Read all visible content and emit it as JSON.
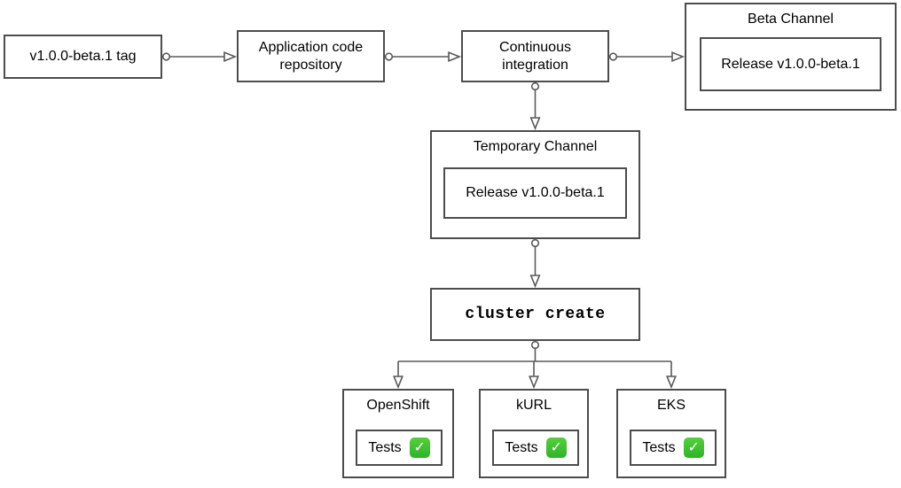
{
  "diagram": {
    "description": "Beta release pipeline flowchart",
    "colors": {
      "background": "#ffffff",
      "box_border": "#4d4d4d",
      "connector": "#595959",
      "text": "#000000",
      "check_green_top": "#55cf3c",
      "check_green_bottom": "#2fb32a",
      "check_mark": "#ffffff"
    },
    "nodes": {
      "tag": {
        "label": "v1.0.0-beta.1 tag"
      },
      "repo": {
        "label": "Application code repository"
      },
      "ci": {
        "label": "Continuous integration"
      },
      "beta_channel": {
        "title": "Beta Channel",
        "release_label": "Release v1.0.0-beta.1"
      },
      "temporary_channel": {
        "title": "Temporary Channel",
        "release_label": "Release v1.0.0-beta.1"
      },
      "cluster_create": {
        "label": "cluster create"
      },
      "openshift": {
        "title": "OpenShift",
        "tests_label": "Tests",
        "tests_status": "passed",
        "check_icon": "✓"
      },
      "kurl": {
        "title": "kURL",
        "tests_label": "Tests",
        "tests_status": "passed",
        "check_icon": "✓"
      },
      "eks": {
        "title": "EKS",
        "tests_label": "Tests",
        "tests_status": "passed",
        "check_icon": "✓"
      }
    },
    "edges": [
      "tag -> repo",
      "repo -> ci",
      "ci -> beta_channel",
      "ci -> temporary_channel",
      "temporary_channel -> cluster_create",
      "cluster_create -> openshift",
      "cluster_create -> kurl",
      "cluster_create -> eks"
    ]
  }
}
